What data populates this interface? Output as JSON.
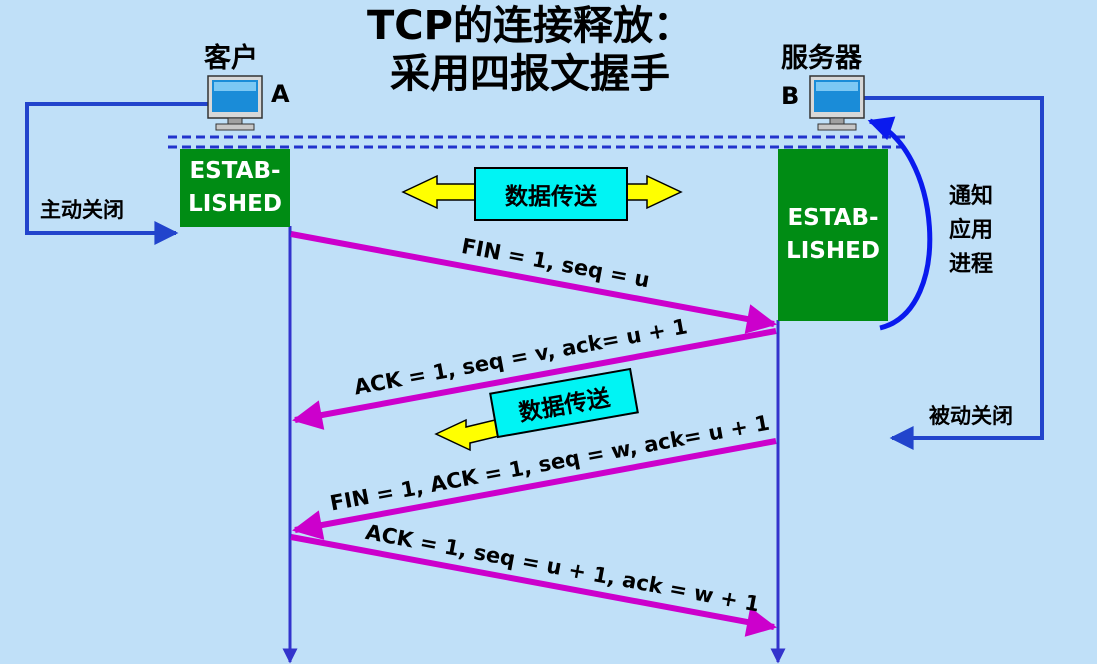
{
  "title": {
    "line1": "TCP的连接释放：",
    "line2": "采用四报文握手"
  },
  "client": {
    "name": "客户",
    "letter": "A",
    "icon": "computer-icon",
    "state": "ESTAB-\nLISHED",
    "action": "主动关闭"
  },
  "server": {
    "name": "服务器",
    "letter": "B",
    "icon": "computer-icon",
    "state": "ESTAB-\nLISHED",
    "notify": "通知\n应用\n进程",
    "action": "被动关闭"
  },
  "data_transfer": {
    "bidirectional_label": "数据传送",
    "one_way_label": "数据传送"
  },
  "messages": [
    {
      "text": "FIN = 1, seq = u",
      "direction": "A-to-B"
    },
    {
      "text": "ACK = 1, seq = v, ack= u + 1",
      "direction": "B-to-A"
    },
    {
      "text": "FIN = 1, ACK = 1, seq = w, ack= u + 1",
      "direction": "B-to-A"
    },
    {
      "text": "ACK = 1, seq = u + 1, ack = w + 1",
      "direction": "A-to-B"
    }
  ],
  "colors": {
    "background": "#c0e0f8",
    "timeline": "#3333cc",
    "message_arrow": "#cc00cc",
    "state_box": "#008c14",
    "data_box": "#00f4f4",
    "data_arrow": "#ffff00",
    "side_arrow": "#2244cc",
    "dashed_line": "#2233cc"
  }
}
